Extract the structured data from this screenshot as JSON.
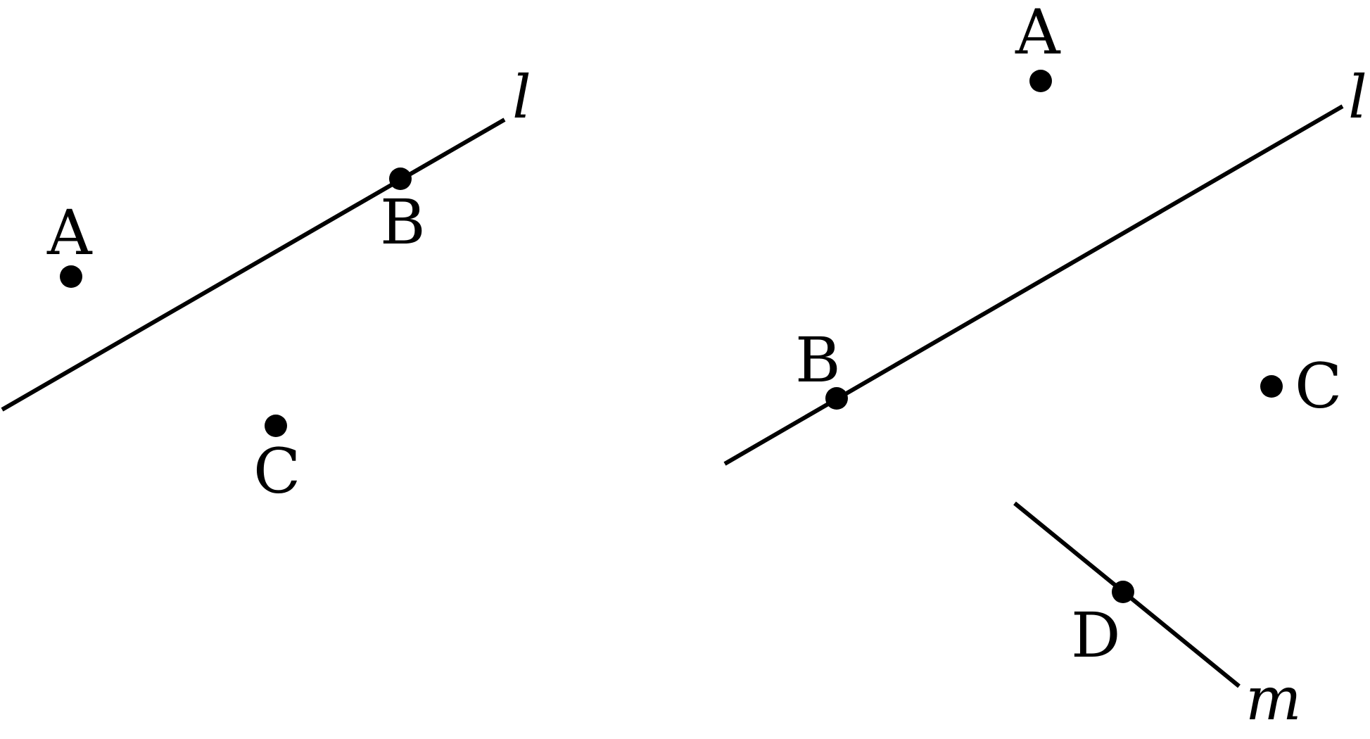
{
  "figures": [
    {
      "name": "left-figure",
      "lines": [
        {
          "id": "l",
          "label": "l"
        }
      ],
      "points": [
        {
          "id": "A",
          "label": "A",
          "on_line": ""
        },
        {
          "id": "B",
          "label": "B",
          "on_line": "l"
        },
        {
          "id": "C",
          "label": "C",
          "on_line": ""
        }
      ]
    },
    {
      "name": "right-figure",
      "lines": [
        {
          "id": "l",
          "label": "l"
        },
        {
          "id": "m",
          "label": "m"
        }
      ],
      "points": [
        {
          "id": "A",
          "label": "A",
          "on_line": ""
        },
        {
          "id": "B",
          "label": "B",
          "on_line": "l"
        },
        {
          "id": "C",
          "label": "C",
          "on_line": ""
        },
        {
          "id": "D",
          "label": "D",
          "on_line": "m"
        }
      ]
    }
  ],
  "colors": {
    "ink": "#000000",
    "background": "#ffffff"
  }
}
